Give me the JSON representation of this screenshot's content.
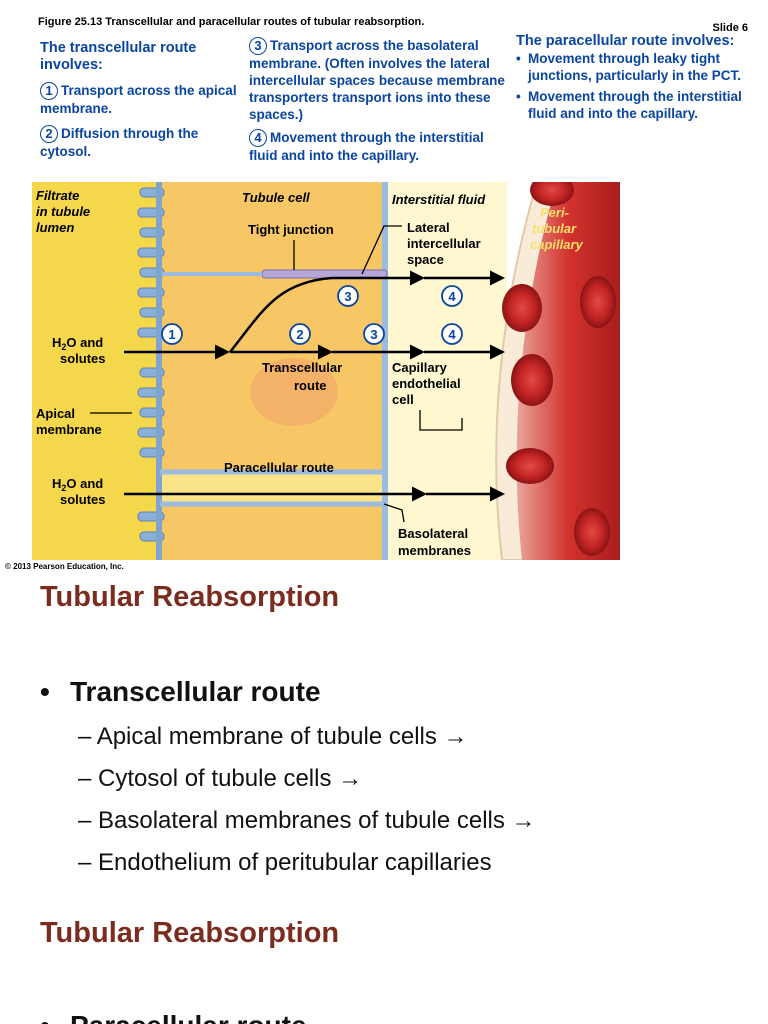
{
  "figure": {
    "title": "Figure 25.13 Transcellular and paracellular routes of tubular reabsorption.",
    "slide": "Slide 6",
    "copyright": "© 2013 Pearson Education, Inc.",
    "transcellular_col": {
      "head": "The transcellular route involves:",
      "steps": [
        {
          "num": "1",
          "text": "Transport across the apical membrane."
        },
        {
          "num": "2",
          "text": "Diffusion through the cytosol."
        }
      ]
    },
    "middle_col": {
      "steps": [
        {
          "num": "3",
          "text": "Transport across the basolateral membrane. (Often involves the lateral intercellular spaces because membrane transporters transport ions into these spaces.)"
        },
        {
          "num": "4",
          "text": "Movement through the interstitial fluid and into the capillary."
        }
      ]
    },
    "paracellular_col": {
      "head": "The paracellular route involves:",
      "bullets": [
        "Movement through leaky tight junctions, particularly in the PCT.",
        "Movement through the interstitial fluid and into the capillary."
      ]
    },
    "labels": {
      "filtrate": [
        "Filtrate",
        "in tubule",
        "lumen"
      ],
      "tubule_cell": "Tubule cell",
      "interstitial": "Interstitial fluid",
      "peritubular": [
        "Peri-",
        "tubular",
        "capillary"
      ],
      "tight_junction": "Tight junction",
      "lateral": [
        "Lateral",
        "intercellular",
        "space"
      ],
      "h2o_1": [
        "H",
        "2",
        "O and",
        "solutes"
      ],
      "h2o_2": [
        "H",
        "2",
        "O and",
        "solutes"
      ],
      "transcellular": [
        "Transcellular",
        "route"
      ],
      "capillary_endo": [
        "Capillary",
        "endothelial",
        "cell"
      ],
      "apical": [
        "Apical",
        "membrane"
      ],
      "paracellular": "Paracellular route",
      "basolateral": [
        "Basolateral",
        "membranes"
      ],
      "step_nums": [
        "1",
        "2",
        "3",
        "3",
        "4",
        "4"
      ]
    },
    "colors": {
      "lumen": "#f4d74a",
      "cell": "#f7c766",
      "membrane": "#8ab0d8",
      "capillary": "#d8302c",
      "heading_text": "#0a45a0",
      "section_title": "#7b2c20"
    }
  },
  "sections": [
    {
      "title": "Tubular Reabsorption",
      "bullet": "Transcellular route",
      "items": [
        "Apical membrane of tubule cells →",
        "Cytosol of tubule cells →",
        "Basolateral membranes of tubule cells →",
        "Endothelium of peritubular capillaries"
      ]
    },
    {
      "title": "Tubular Reabsorption",
      "bullet": "Paracellular route"
    }
  ]
}
